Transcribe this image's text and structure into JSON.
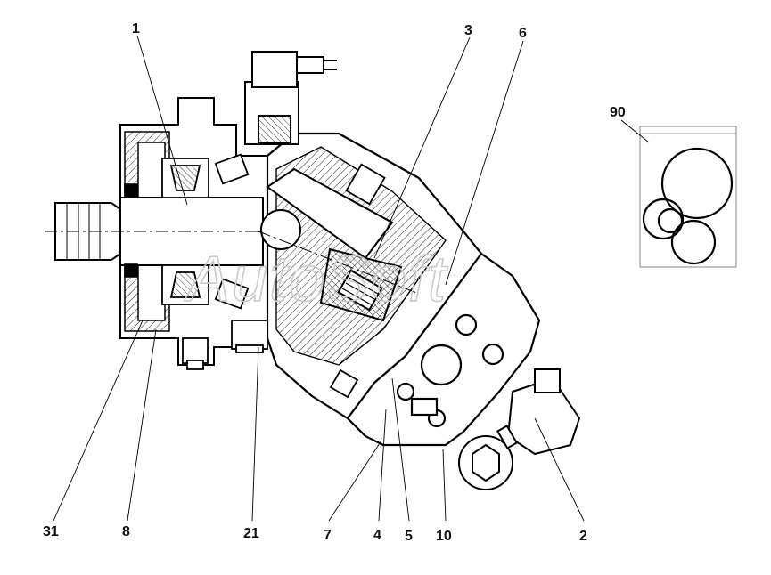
{
  "watermark": "AutoSoft",
  "callouts": {
    "c1": "1",
    "c3": "3",
    "c6": "6",
    "c90": "90",
    "c31": "31",
    "c8": "8",
    "c21": "21",
    "c7": "7",
    "c4": "4",
    "c5": "5",
    "c10": "10",
    "c2": "2"
  }
}
